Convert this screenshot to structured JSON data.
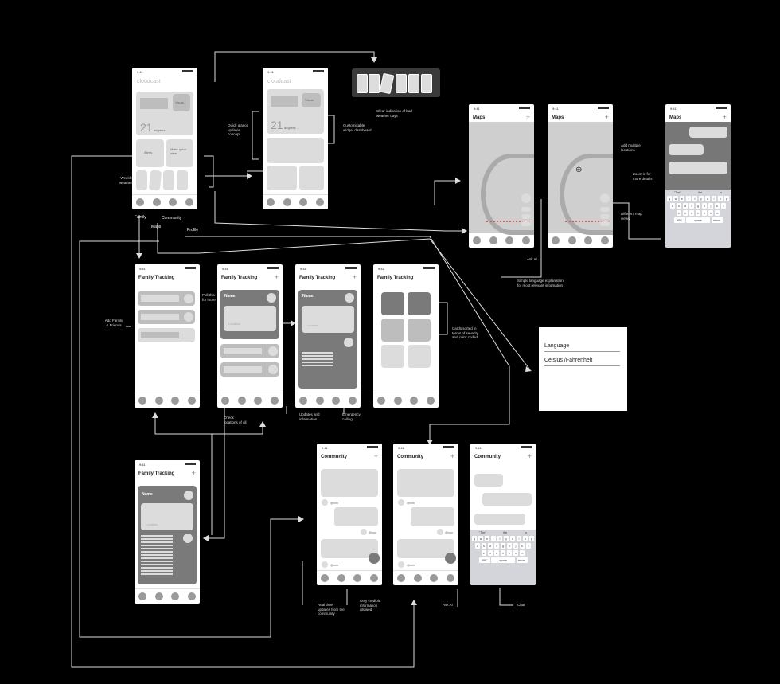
{
  "status_time": "9:41",
  "home": {
    "brand": "cloudcast",
    "visual": "Visual",
    "temp": "21",
    "temp_unit": "degrees",
    "alerts": "Alerts",
    "make_quick_view": "Make quick view"
  },
  "screens": {
    "maps": "Maps",
    "family_tracking": "Family Tracking",
    "community": "Community",
    "plus": "+",
    "name": "Name",
    "location": "Location",
    "user": "@xxx"
  },
  "keyboard": {
    "suggestions": [
      "\"The\"",
      "the",
      "to"
    ],
    "row1": [
      "q",
      "w",
      "e",
      "r",
      "t",
      "y",
      "u",
      "i",
      "o",
      "p"
    ],
    "row2": [
      "a",
      "s",
      "d",
      "f",
      "g",
      "h",
      "j",
      "k",
      "l"
    ],
    "row3": [
      "z",
      "x",
      "c",
      "v",
      "b",
      "n",
      "m"
    ],
    "abc": "ABC",
    "space": "space",
    "return": "return"
  },
  "settings": {
    "language": "Language",
    "units": "Celsius /Fahrenheit"
  },
  "annotations": {
    "weekly_weather": "Weekly weather",
    "family": "Family",
    "community": "Community",
    "maps": "Maps",
    "profile": "Profile",
    "quick_glance": "Quick glance updates concept",
    "customisable": "Customisable widget dashboard",
    "clear_indication": "Clear indication of bad weather days",
    "add_multiple": "Add multiple locations",
    "zoom": "Zoom in for more details",
    "map_views": "Different map views",
    "ask_ai_1": "Ask AI",
    "simple_language": "Simple language explanation for most relevant information",
    "add_family": "Add Family & Friends",
    "pull_more": "Pull this for more",
    "check_locations": "Check locations of all",
    "updates_info": "Updates and information",
    "emergency": "Emergency calling",
    "cards_sorted": "Cards sorted in terms of severity and color coded",
    "real_time": "Real time updates from the community",
    "credible": "Only credible information allowed",
    "ask_ai_2": "Ask AI",
    "chat": "Chat"
  }
}
